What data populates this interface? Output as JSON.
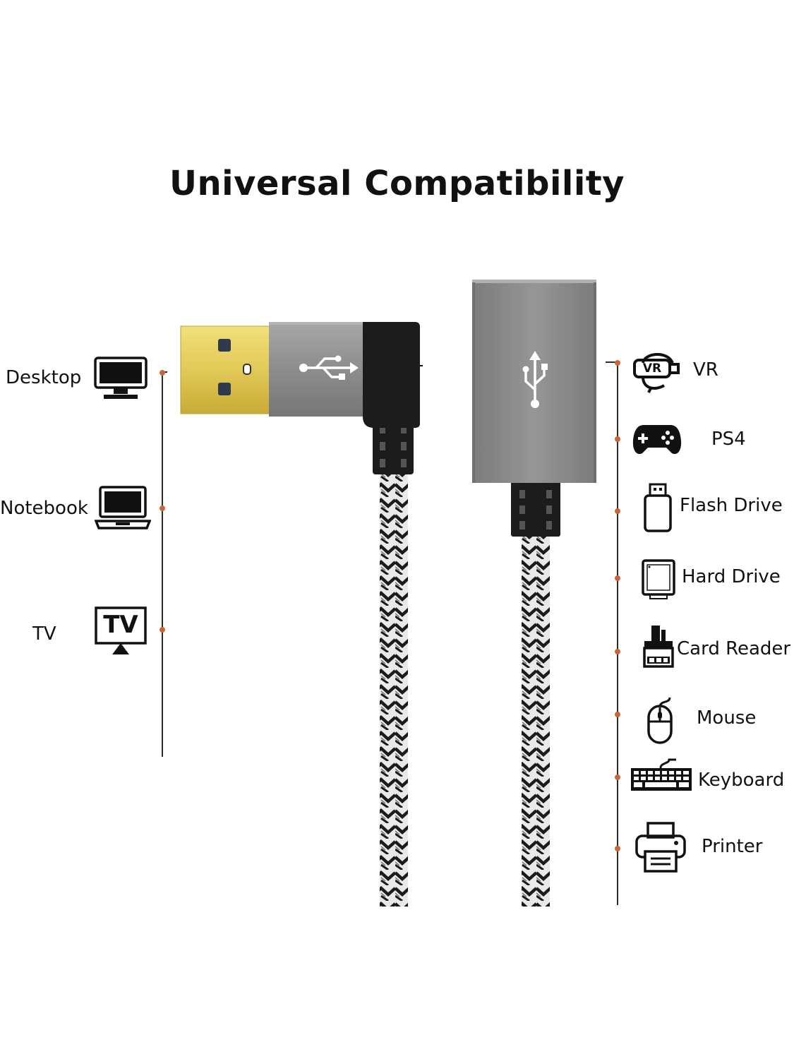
{
  "title": "Universal Compatibility",
  "colors": {
    "dot": "#c8663a",
    "line": "#2b2b2b",
    "gold": "#e2c957",
    "metal": "#8d8d8f",
    "dark": "#1c1c1c"
  },
  "left_devices": [
    {
      "label": "Desktop",
      "icon": "desktop-monitor-icon"
    },
    {
      "label": "Notebook",
      "icon": "laptop-icon"
    },
    {
      "label": "TV",
      "icon": "tv-icon",
      "icon_text": "TV"
    }
  ],
  "right_devices": [
    {
      "label": "VR",
      "icon": "vr-headset-icon",
      "icon_text": "VR"
    },
    {
      "label": "PS4",
      "icon": "gamepad-icon"
    },
    {
      "label": "Flash Drive",
      "icon": "flash-drive-icon"
    },
    {
      "label": "Hard Drive",
      "icon": "hard-drive-icon"
    },
    {
      "label": "Card Reader",
      "icon": "card-reader-icon"
    },
    {
      "label": "Mouse",
      "icon": "mouse-icon"
    },
    {
      "label": "Keyboard",
      "icon": "keyboard-icon"
    },
    {
      "label": "Printer",
      "icon": "printer-icon"
    }
  ],
  "connectors": {
    "male": {
      "icon": "usb-symbol-icon",
      "type": "USB-A male right-angle"
    },
    "female": {
      "icon": "usb-symbol-icon",
      "type": "USB-A female"
    }
  }
}
